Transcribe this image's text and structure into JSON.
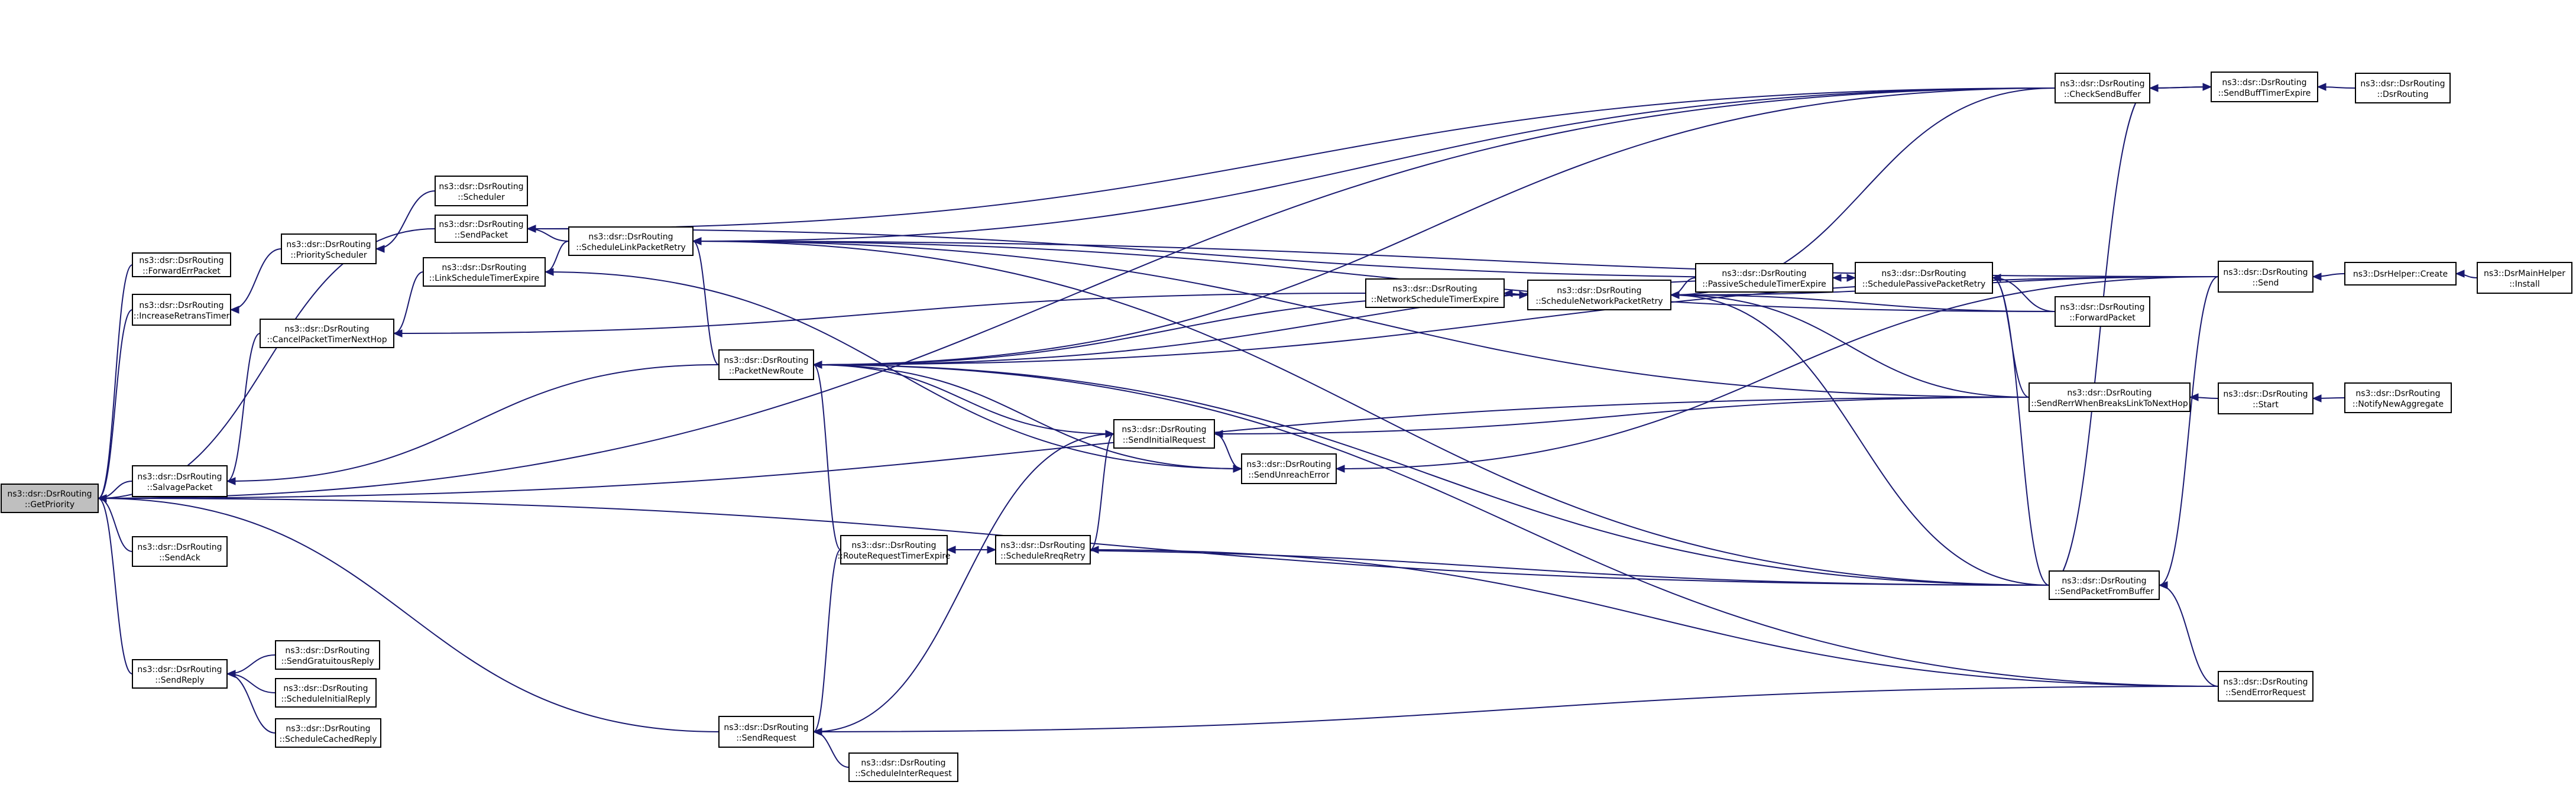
{
  "graph": {
    "nodes": [
      {
        "id": "GetPriority",
        "l1": "ns3::dsr::DsrRouting",
        "l2": "::GetPriority",
        "root": true
      },
      {
        "id": "ForwardErrPacket",
        "l1": "ns3::dsr::DsrRouting",
        "l2": "::ForwardErrPacket"
      },
      {
        "id": "IncreaseRetransTimer",
        "l1": "ns3::dsr::DsrRouting",
        "l2": "::IncreaseRetransTimer"
      },
      {
        "id": "SalvagePacket",
        "l1": "ns3::dsr::DsrRouting",
        "l2": "::SalvagePacket"
      },
      {
        "id": "SendAck",
        "l1": "ns3::dsr::DsrRouting",
        "l2": "::SendAck"
      },
      {
        "id": "SendReply",
        "l1": "ns3::dsr::DsrRouting",
        "l2": "::SendReply"
      },
      {
        "id": "PriorityScheduler",
        "l1": "ns3::dsr::DsrRouting",
        "l2": "::PriorityScheduler"
      },
      {
        "id": "CancelPacketTimerNextHop",
        "l1": "ns3::dsr::DsrRouting",
        "l2": "::CancelPacketTimerNextHop"
      },
      {
        "id": "SendGratuitousReply",
        "l1": "ns3::dsr::DsrRouting",
        "l2": "::SendGratuitousReply"
      },
      {
        "id": "ScheduleInitialReply",
        "l1": "ns3::dsr::DsrRouting",
        "l2": "::ScheduleInitialReply"
      },
      {
        "id": "ScheduleCachedReply",
        "l1": "ns3::dsr::DsrRouting",
        "l2": "::ScheduleCachedReply"
      },
      {
        "id": "Scheduler",
        "l1": "ns3::dsr::DsrRouting",
        "l2": "::Scheduler"
      },
      {
        "id": "SendPacket",
        "l1": "ns3::dsr::DsrRouting",
        "l2": "::SendPacket"
      },
      {
        "id": "LinkScheduleTimerExpire",
        "l1": "ns3::dsr::DsrRouting",
        "l2": "::LinkScheduleTimerExpire"
      },
      {
        "id": "ScheduleLinkPacketRetry",
        "l1": "ns3::dsr::DsrRouting",
        "l2": "::ScheduleLinkPacketRetry"
      },
      {
        "id": "PacketNewRoute",
        "l1": "ns3::dsr::DsrRouting",
        "l2": "::PacketNewRoute"
      },
      {
        "id": "SendRequest",
        "l1": "ns3::dsr::DsrRouting",
        "l2": "::SendRequest"
      },
      {
        "id": "RouteRequestTimerExpire",
        "l1": "ns3::dsr::DsrRouting",
        "l2": "::RouteRequestTimerExpire"
      },
      {
        "id": "ScheduleInterRequest",
        "l1": "ns3::dsr::DsrRouting",
        "l2": "::ScheduleInterRequest"
      },
      {
        "id": "SendInitialRequest",
        "l1": "ns3::dsr::DsrRouting",
        "l2": "::SendInitialRequest"
      },
      {
        "id": "ScheduleRreqRetry",
        "l1": "ns3::dsr::DsrRouting",
        "l2": "::ScheduleRreqRetry"
      },
      {
        "id": "SendUnreachError",
        "l1": "ns3::dsr::DsrRouting",
        "l2": "::SendUnreachError"
      },
      {
        "id": "NetworkScheduleTimerExpire",
        "l1": "ns3::dsr::DsrRouting",
        "l2": "::NetworkScheduleTimerExpire"
      },
      {
        "id": "ScheduleNetworkPacketRetry",
        "l1": "ns3::dsr::DsrRouting",
        "l2": "::ScheduleNetworkPacketRetry"
      },
      {
        "id": "PassiveScheduleTimerExpire",
        "l1": "ns3::dsr::DsrRouting",
        "l2": "::PassiveScheduleTimerExpire"
      },
      {
        "id": "SchedulePassivePacketRetry",
        "l1": "ns3::dsr::DsrRouting",
        "l2": "::SchedulePassivePacketRetry"
      },
      {
        "id": "CheckSendBuffer",
        "l1": "ns3::dsr::DsrRouting",
        "l2": "::CheckSendBuffer"
      },
      {
        "id": "ForwardPacket",
        "l1": "ns3::dsr::DsrRouting",
        "l2": "::ForwardPacket"
      },
      {
        "id": "SendRerrWhenBreaksLinkToNextHop",
        "l1": "ns3::dsr::DsrRouting",
        "l2": "::SendRerrWhenBreaksLinkToNextHop"
      },
      {
        "id": "SendPacketFromBuffer",
        "l1": "ns3::dsr::DsrRouting",
        "l2": "::SendPacketFromBuffer"
      },
      {
        "id": "SendErrorRequest",
        "l1": "ns3::dsr::DsrRouting",
        "l2": "::SendErrorRequest"
      },
      {
        "id": "SendBuffTimerExpire",
        "l1": "ns3::dsr::DsrRouting",
        "l2": "::SendBuffTimerExpire"
      },
      {
        "id": "DsrRouting",
        "l1": "ns3::dsr::DsrRouting",
        "l2": "::DsrRouting"
      },
      {
        "id": "Send",
        "l1": "ns3::dsr::DsrRouting",
        "l2": "::Send"
      },
      {
        "id": "Start",
        "l1": "ns3::dsr::DsrRouting",
        "l2": "::Start"
      },
      {
        "id": "DsrHelperCreate",
        "l1": "ns3::DsrHelper::Create",
        "l2": ""
      },
      {
        "id": "NotifyNewAggregate",
        "l1": "ns3::dsr::DsrRouting",
        "l2": "::NotifyNewAggregate"
      },
      {
        "id": "DsrMainHelperInstall",
        "l1": "ns3::DsrMainHelper",
        "l2": "::Install"
      }
    ],
    "edges": [
      [
        "ForwardErrPacket",
        "GetPriority"
      ],
      [
        "IncreaseRetransTimer",
        "GetPriority"
      ],
      [
        "SalvagePacket",
        "GetPriority"
      ],
      [
        "SendAck",
        "GetPriority"
      ],
      [
        "SendReply",
        "GetPriority"
      ],
      [
        "SendPacket",
        "GetPriority"
      ],
      [
        "CheckSendBuffer",
        "GetPriority"
      ],
      [
        "SendRerrWhenBreaksLinkToNextHop",
        "GetPriority"
      ],
      [
        "SendPacketFromBuffer",
        "GetPriority"
      ],
      [
        "SendRequest",
        "GetPriority"
      ],
      [
        "PriorityScheduler",
        "IncreaseRetransTimer"
      ],
      [
        "CancelPacketTimerNextHop",
        "SalvagePacket"
      ],
      [
        "SendGratuitousReply",
        "SendReply"
      ],
      [
        "ScheduleInitialReply",
        "SendReply"
      ],
      [
        "ScheduleCachedReply",
        "SendReply"
      ],
      [
        "Scheduler",
        "PriorityScheduler"
      ],
      [
        "LinkScheduleTimerExpire",
        "CancelPacketTimerNextHop"
      ],
      [
        "NetworkScheduleTimerExpire",
        "CancelPacketTimerNextHop"
      ],
      [
        "PacketNewRoute",
        "SalvagePacket"
      ],
      [
        "ScheduleLinkPacketRetry",
        "SendPacket"
      ],
      [
        "CheckSendBuffer",
        "SendPacket"
      ],
      [
        "SchedulePassivePacketRetry",
        "SendPacket"
      ],
      [
        "ScheduleLinkPacketRetry",
        "LinkScheduleTimerExpire"
      ],
      [
        "CheckSendBuffer",
        "ScheduleLinkPacketRetry"
      ],
      [
        "Send",
        "ScheduleLinkPacketRetry"
      ],
      [
        "ForwardPacket",
        "ScheduleLinkPacketRetry"
      ],
      [
        "SendRerrWhenBreaksLinkToNextHop",
        "ScheduleLinkPacketRetry"
      ],
      [
        "PacketNewRoute",
        "ScheduleLinkPacketRetry"
      ],
      [
        "SendPacketFromBuffer",
        "ScheduleLinkPacketRetry"
      ],
      [
        "CheckSendBuffer",
        "PacketNewRoute"
      ],
      [
        "Send",
        "PacketNewRoute"
      ],
      [
        "SchedulePassivePacketRetry",
        "PacketNewRoute"
      ],
      [
        "ScheduleNetworkPacketRetry",
        "PacketNewRoute"
      ],
      [
        "SendInitialRequest",
        "PacketNewRoute"
      ],
      [
        "SendUnreachError",
        "PacketNewRoute"
      ],
      [
        "RouteRequestTimerExpire",
        "PacketNewRoute"
      ],
      [
        "SendErrorRequest",
        "PacketNewRoute"
      ],
      [
        "SendPacketFromBuffer",
        "PacketNewRoute"
      ],
      [
        "SendInitialRequest",
        "SendRequest"
      ],
      [
        "RouteRequestTimerExpire",
        "SendRequest"
      ],
      [
        "SendErrorRequest",
        "SendRequest"
      ],
      [
        "ScheduleInterRequest",
        "SendRequest"
      ],
      [
        "ScheduleRreqRetry",
        "RouteRequestTimerExpire"
      ],
      [
        "SendPacketFromBuffer",
        "RouteRequestTimerExpire"
      ],
      [
        "ScheduleRreqRetry",
        "SendInitialRequest"
      ],
      [
        "SendRerrWhenBreaksLinkToNextHop",
        "SendInitialRequest"
      ],
      [
        "RouteRequestTimerExpire",
        "ScheduleRreqRetry"
      ],
      [
        "SendErrorRequest",
        "ScheduleRreqRetry"
      ],
      [
        "LinkScheduleTimerExpire",
        "SendUnreachError"
      ],
      [
        "Send",
        "SendUnreachError"
      ],
      [
        "SendInitialRequest",
        "SendUnreachError"
      ],
      [
        "ScheduleNetworkPacketRetry",
        "NetworkScheduleTimerExpire"
      ],
      [
        "NetworkScheduleTimerExpire",
        "ScheduleNetworkPacketRetry"
      ],
      [
        "PassiveScheduleTimerExpire",
        "ScheduleNetworkPacketRetry"
      ],
      [
        "CheckSendBuffer",
        "ScheduleNetworkPacketRetry"
      ],
      [
        "Send",
        "ScheduleNetworkPacketRetry"
      ],
      [
        "ForwardPacket",
        "ScheduleNetworkPacketRetry"
      ],
      [
        "SendRerrWhenBreaksLinkToNextHop",
        "ScheduleNetworkPacketRetry"
      ],
      [
        "SendPacketFromBuffer",
        "ScheduleNetworkPacketRetry"
      ],
      [
        "SchedulePassivePacketRetry",
        "PassiveScheduleTimerExpire"
      ],
      [
        "PassiveScheduleTimerExpire",
        "SchedulePassivePacketRetry"
      ],
      [
        "ForwardPacket",
        "SchedulePassivePacketRetry"
      ],
      [
        "SendRerrWhenBreaksLinkToNextHop",
        "SchedulePassivePacketRetry"
      ],
      [
        "SendPacketFromBuffer",
        "SchedulePassivePacketRetry"
      ],
      [
        "SendBuffTimerExpire",
        "CheckSendBuffer"
      ],
      [
        "CheckSendBuffer",
        "SendBuffTimerExpire"
      ],
      [
        "DsrRouting",
        "SendBuffTimerExpire"
      ],
      [
        "SendPacketFromBuffer",
        "CheckSendBuffer"
      ],
      [
        "Start",
        "SendRerrWhenBreaksLinkToNextHop"
      ],
      [
        "Send",
        "SendPacketFromBuffer"
      ],
      [
        "SendErrorRequest",
        "SendPacketFromBuffer"
      ],
      [
        "DsrHelperCreate",
        "Send"
      ],
      [
        "DsrMainHelperInstall",
        "DsrHelperCreate"
      ],
      [
        "NotifyNewAggregate",
        "Start"
      ]
    ]
  }
}
